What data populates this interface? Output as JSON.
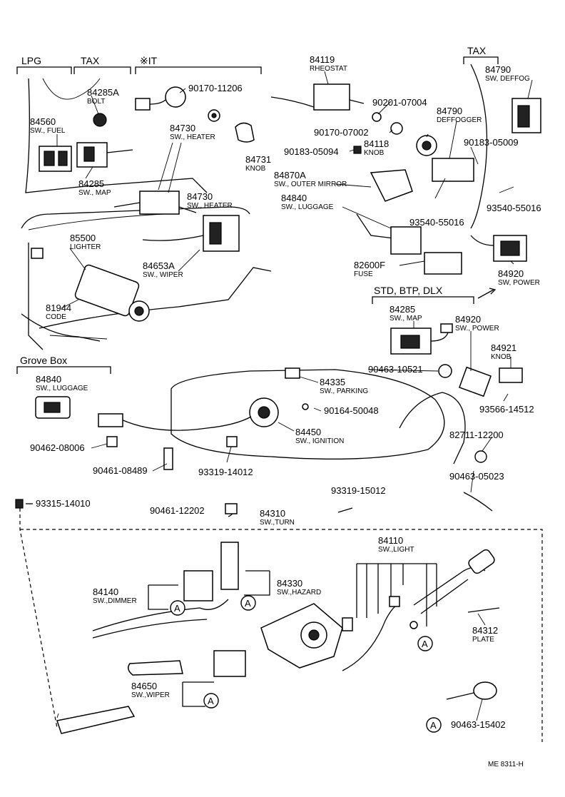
{
  "headers": {
    "lpg": "LPG",
    "tax_left": "TAX",
    "it": "※IT",
    "tax_right": "TAX",
    "std": "STD, BTP, DLX",
    "grove": "Grove Box"
  },
  "parts": {
    "p84119": {
      "num": "84119",
      "desc": "RHEOSTAT"
    },
    "p84285A": {
      "num": "84285A",
      "desc": "BOLT"
    },
    "p84560": {
      "num": "84560",
      "desc": "SW., FUEL"
    },
    "p90170_11206": {
      "num": "90170-11206"
    },
    "p84730a": {
      "num": "84730",
      "desc": "SW., HEATER"
    },
    "p84731": {
      "num": "84731",
      "desc": "KNOB"
    },
    "p84285": {
      "num": "84285",
      "desc": "SW., MAP"
    },
    "p84730b": {
      "num": "84730",
      "desc": "SW., HEATER"
    },
    "p85500": {
      "num": "85500",
      "desc": "LIGHTER"
    },
    "p84653A": {
      "num": "84653A",
      "desc": "SW., WIPER"
    },
    "p81944": {
      "num": "81944",
      "desc": "CODE"
    },
    "p90201_07004": {
      "num": "90201-07004"
    },
    "p90170_07002": {
      "num": "90170-07002"
    },
    "p90183_05094": {
      "num": "90183-05094"
    },
    "p84118": {
      "num": "84118",
      "desc": "KNOB"
    },
    "p84790a": {
      "num": "84790",
      "desc": "DEFFOGGER"
    },
    "p84790b": {
      "num": "84790",
      "desc": "SW, DEFFOG"
    },
    "p90183_05009": {
      "num": "90183-05009"
    },
    "p84870A": {
      "num": "84870A",
      "desc": "SW., OUTER MIRROR"
    },
    "p84840a": {
      "num": "84840",
      "desc": "SW., LUGGAGE"
    },
    "p93540": {
      "num": "93540-55016"
    },
    "p93540b": {
      "num": "93540-55016"
    },
    "p82600F": {
      "num": "82600F",
      "desc": "FUSE"
    },
    "p84920a": {
      "num": "84920",
      "desc": "SW, POWER"
    },
    "p84285b": {
      "num": "84285",
      "desc": "SW., MAP"
    },
    "p84920b": {
      "num": "84920",
      "desc": "SW., POWER"
    },
    "p84921": {
      "num": "84921",
      "desc": "KNOB"
    },
    "p90463_10521": {
      "num": "90463-10521"
    },
    "p84335": {
      "num": "84335",
      "desc": "SW., PARKING"
    },
    "p90164_50048": {
      "num": "90164-50048"
    },
    "p84450": {
      "num": "84450",
      "desc": "SW., IGNITION"
    },
    "p84840b": {
      "num": "84840",
      "desc": "SW., LUGGAGE"
    },
    "p93566_14512": {
      "num": "93566-14512"
    },
    "p82711_12200": {
      "num": "82711-12200"
    },
    "p90462_08006": {
      "num": "90462-08006"
    },
    "p90461_08489": {
      "num": "90461-08489"
    },
    "p93319_14012": {
      "num": "93319-14012"
    },
    "p90463_05023": {
      "num": "90463-05023"
    },
    "p93315_14010": {
      "num": "93315-14010"
    },
    "p93319_15012": {
      "num": "93319-15012"
    },
    "p90461_12202": {
      "num": "90461-12202"
    },
    "p84310": {
      "num": "84310",
      "desc": "SW.,TURN"
    },
    "p84110": {
      "num": "84110",
      "desc": "SW.,LIGHT"
    },
    "p84140": {
      "num": "84140",
      "desc": "SW.,DIMMER"
    },
    "p84330": {
      "num": "84330",
      "desc": "SW.,HAZARD"
    },
    "p84312": {
      "num": "84312",
      "desc": "PLATE"
    },
    "p84650": {
      "num": "84650",
      "desc": "SW.,WIPER"
    },
    "p90463_15402": {
      "num": "90463-15402"
    }
  },
  "callout": "A",
  "footer": "ME  8311-H"
}
